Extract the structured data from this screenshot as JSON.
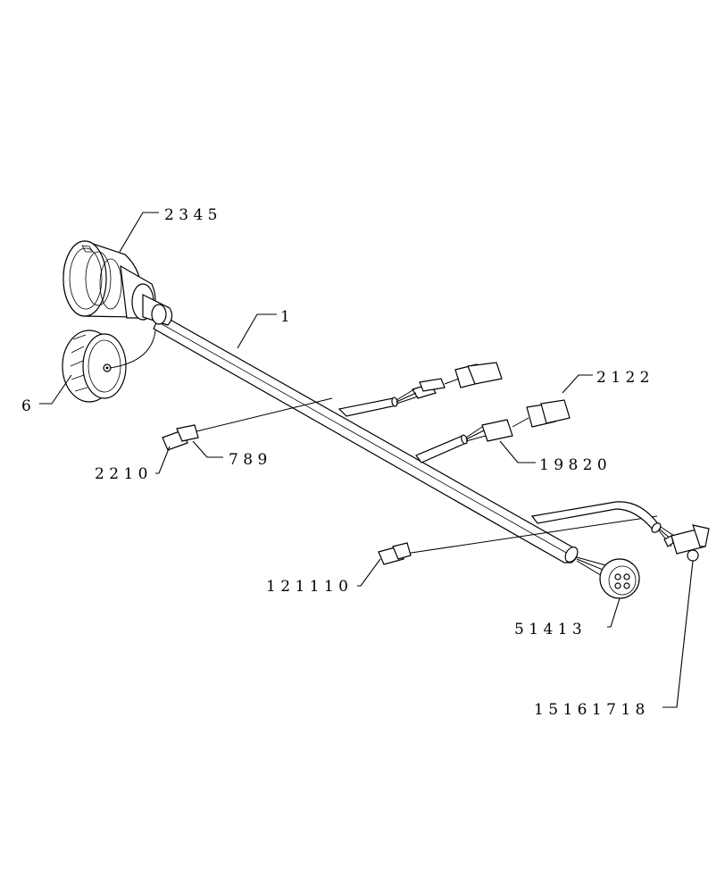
{
  "callouts": [
    {
      "id": "c2345",
      "text": "2   3   4   5"
    },
    {
      "id": "c1",
      "text": "1"
    },
    {
      "id": "c6",
      "text": "6"
    },
    {
      "id": "c2122",
      "text": "2 1 2 2"
    },
    {
      "id": "c2210",
      "text": "2 2 1 0"
    },
    {
      "id": "c789",
      "text": "7   8   9"
    },
    {
      "id": "c19820",
      "text": "1 9 8  2 0"
    },
    {
      "id": "c121110",
      "text": "1 2 1 1 1 0"
    },
    {
      "id": "c51413",
      "text": "5   1 4 1 3"
    },
    {
      "id": "c15161718",
      "text": "1 5 1 6 1 7 1 8"
    }
  ]
}
